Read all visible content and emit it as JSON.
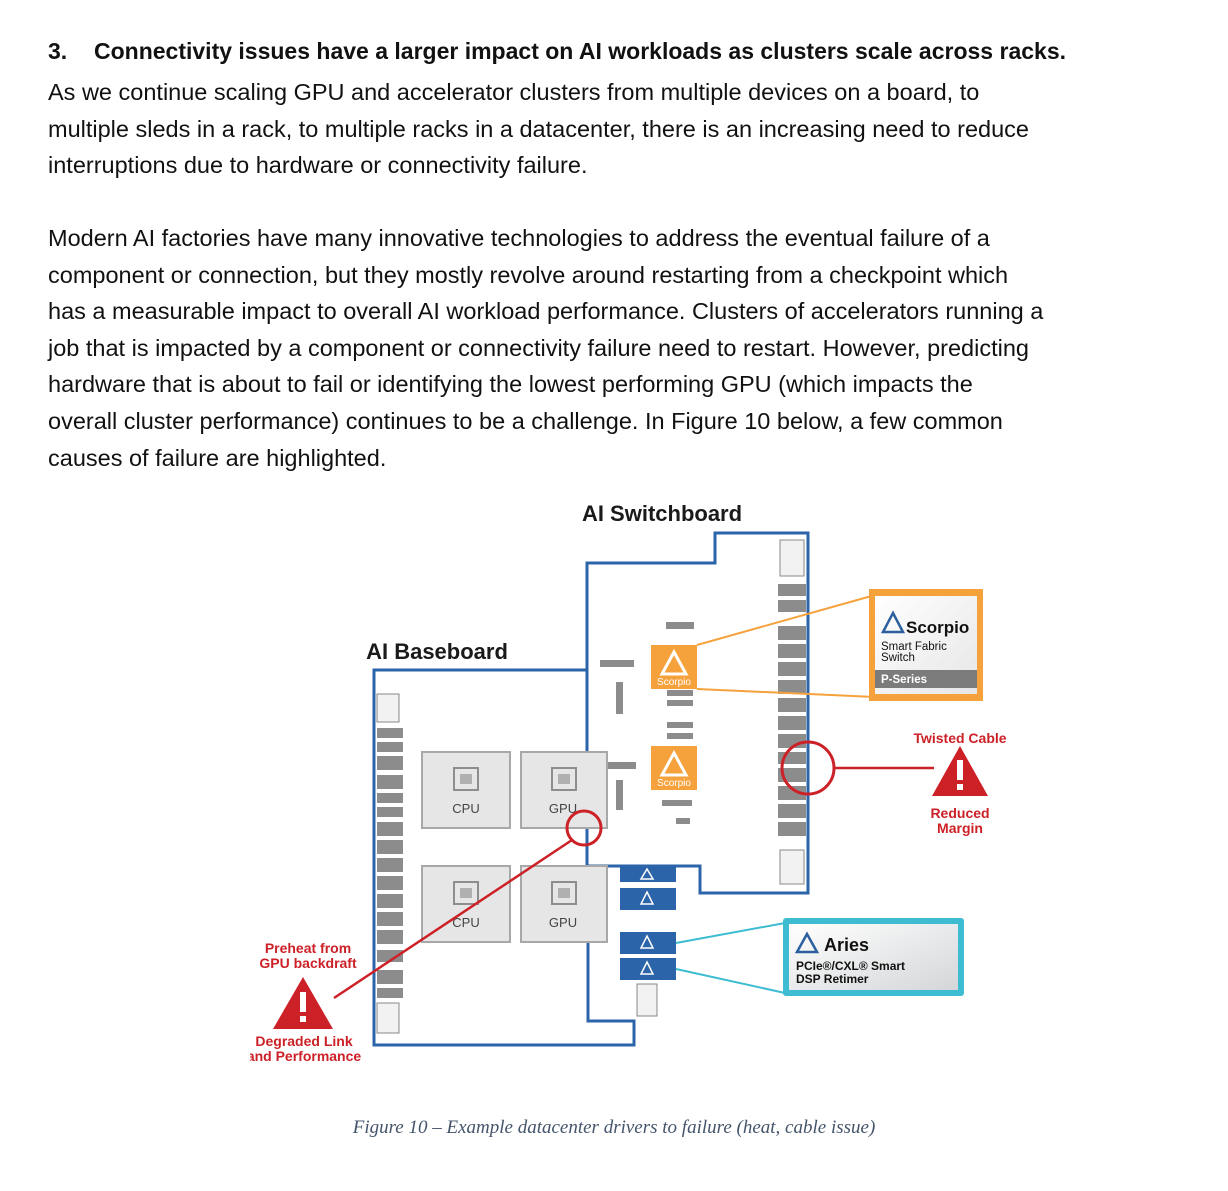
{
  "heading": {
    "number": "3.",
    "text": "Connectivity issues have a larger impact on AI workloads as clusters scale across racks."
  },
  "paragraph1": [
    "As we continue scaling GPU and accelerator clusters from multiple devices on a board, to",
    "multiple sleds in a rack, to multiple racks in a datacenter, there is an increasing need to reduce",
    "interruptions due to hardware or connectivity failure."
  ],
  "paragraph2": [
    "Modern AI factories have many innovative technologies to address the eventual failure of a",
    "component or connection, but they mostly revolve around restarting from a checkpoint which",
    "has a measurable impact to overall AI workload performance. Clusters of accelerators running a",
    "job that is impacted by a component or connectivity failure need to restart. However, predicting",
    "hardware that is about to fail or identifying the lowest performing GPU (which impacts the",
    "overall cluster performance) continues to be a challenge. In Figure 10 below, a few common",
    "causes of failure are highlighted."
  ],
  "figure": {
    "switchboard_title": "AI Switchboard",
    "baseboard_title": "AI Baseboard",
    "chips": [
      "CPU",
      "GPU",
      "CPU",
      "GPU"
    ],
    "scorpio_chip_label": "Scorpio",
    "scorpio_card": {
      "name": "Scorpio",
      "line1": "Smart Fabric",
      "line2": "Switch",
      "series": "P-Series"
    },
    "aries_card": {
      "name": "Aries",
      "line1": "PCIe®/CXL® Smart",
      "line2": "DSP Retimer"
    },
    "left_callout": {
      "top1": "Preheat from",
      "top2": "GPU backdraft",
      "bottom1": "Degraded Link",
      "bottom2": "and Performance"
    },
    "right_callout": {
      "top": "Twisted Cable",
      "bottom1": "Reduced",
      "bottom2": "Margin"
    },
    "colors": {
      "board_blue": "#2b64a8",
      "scorpio_orange": "#f6a23c",
      "aries_cyan": "#3dbcd2",
      "alert_red": "#cc2127"
    }
  },
  "caption": "Figure 10 – Example datacenter drivers to failure (heat, cable issue)"
}
